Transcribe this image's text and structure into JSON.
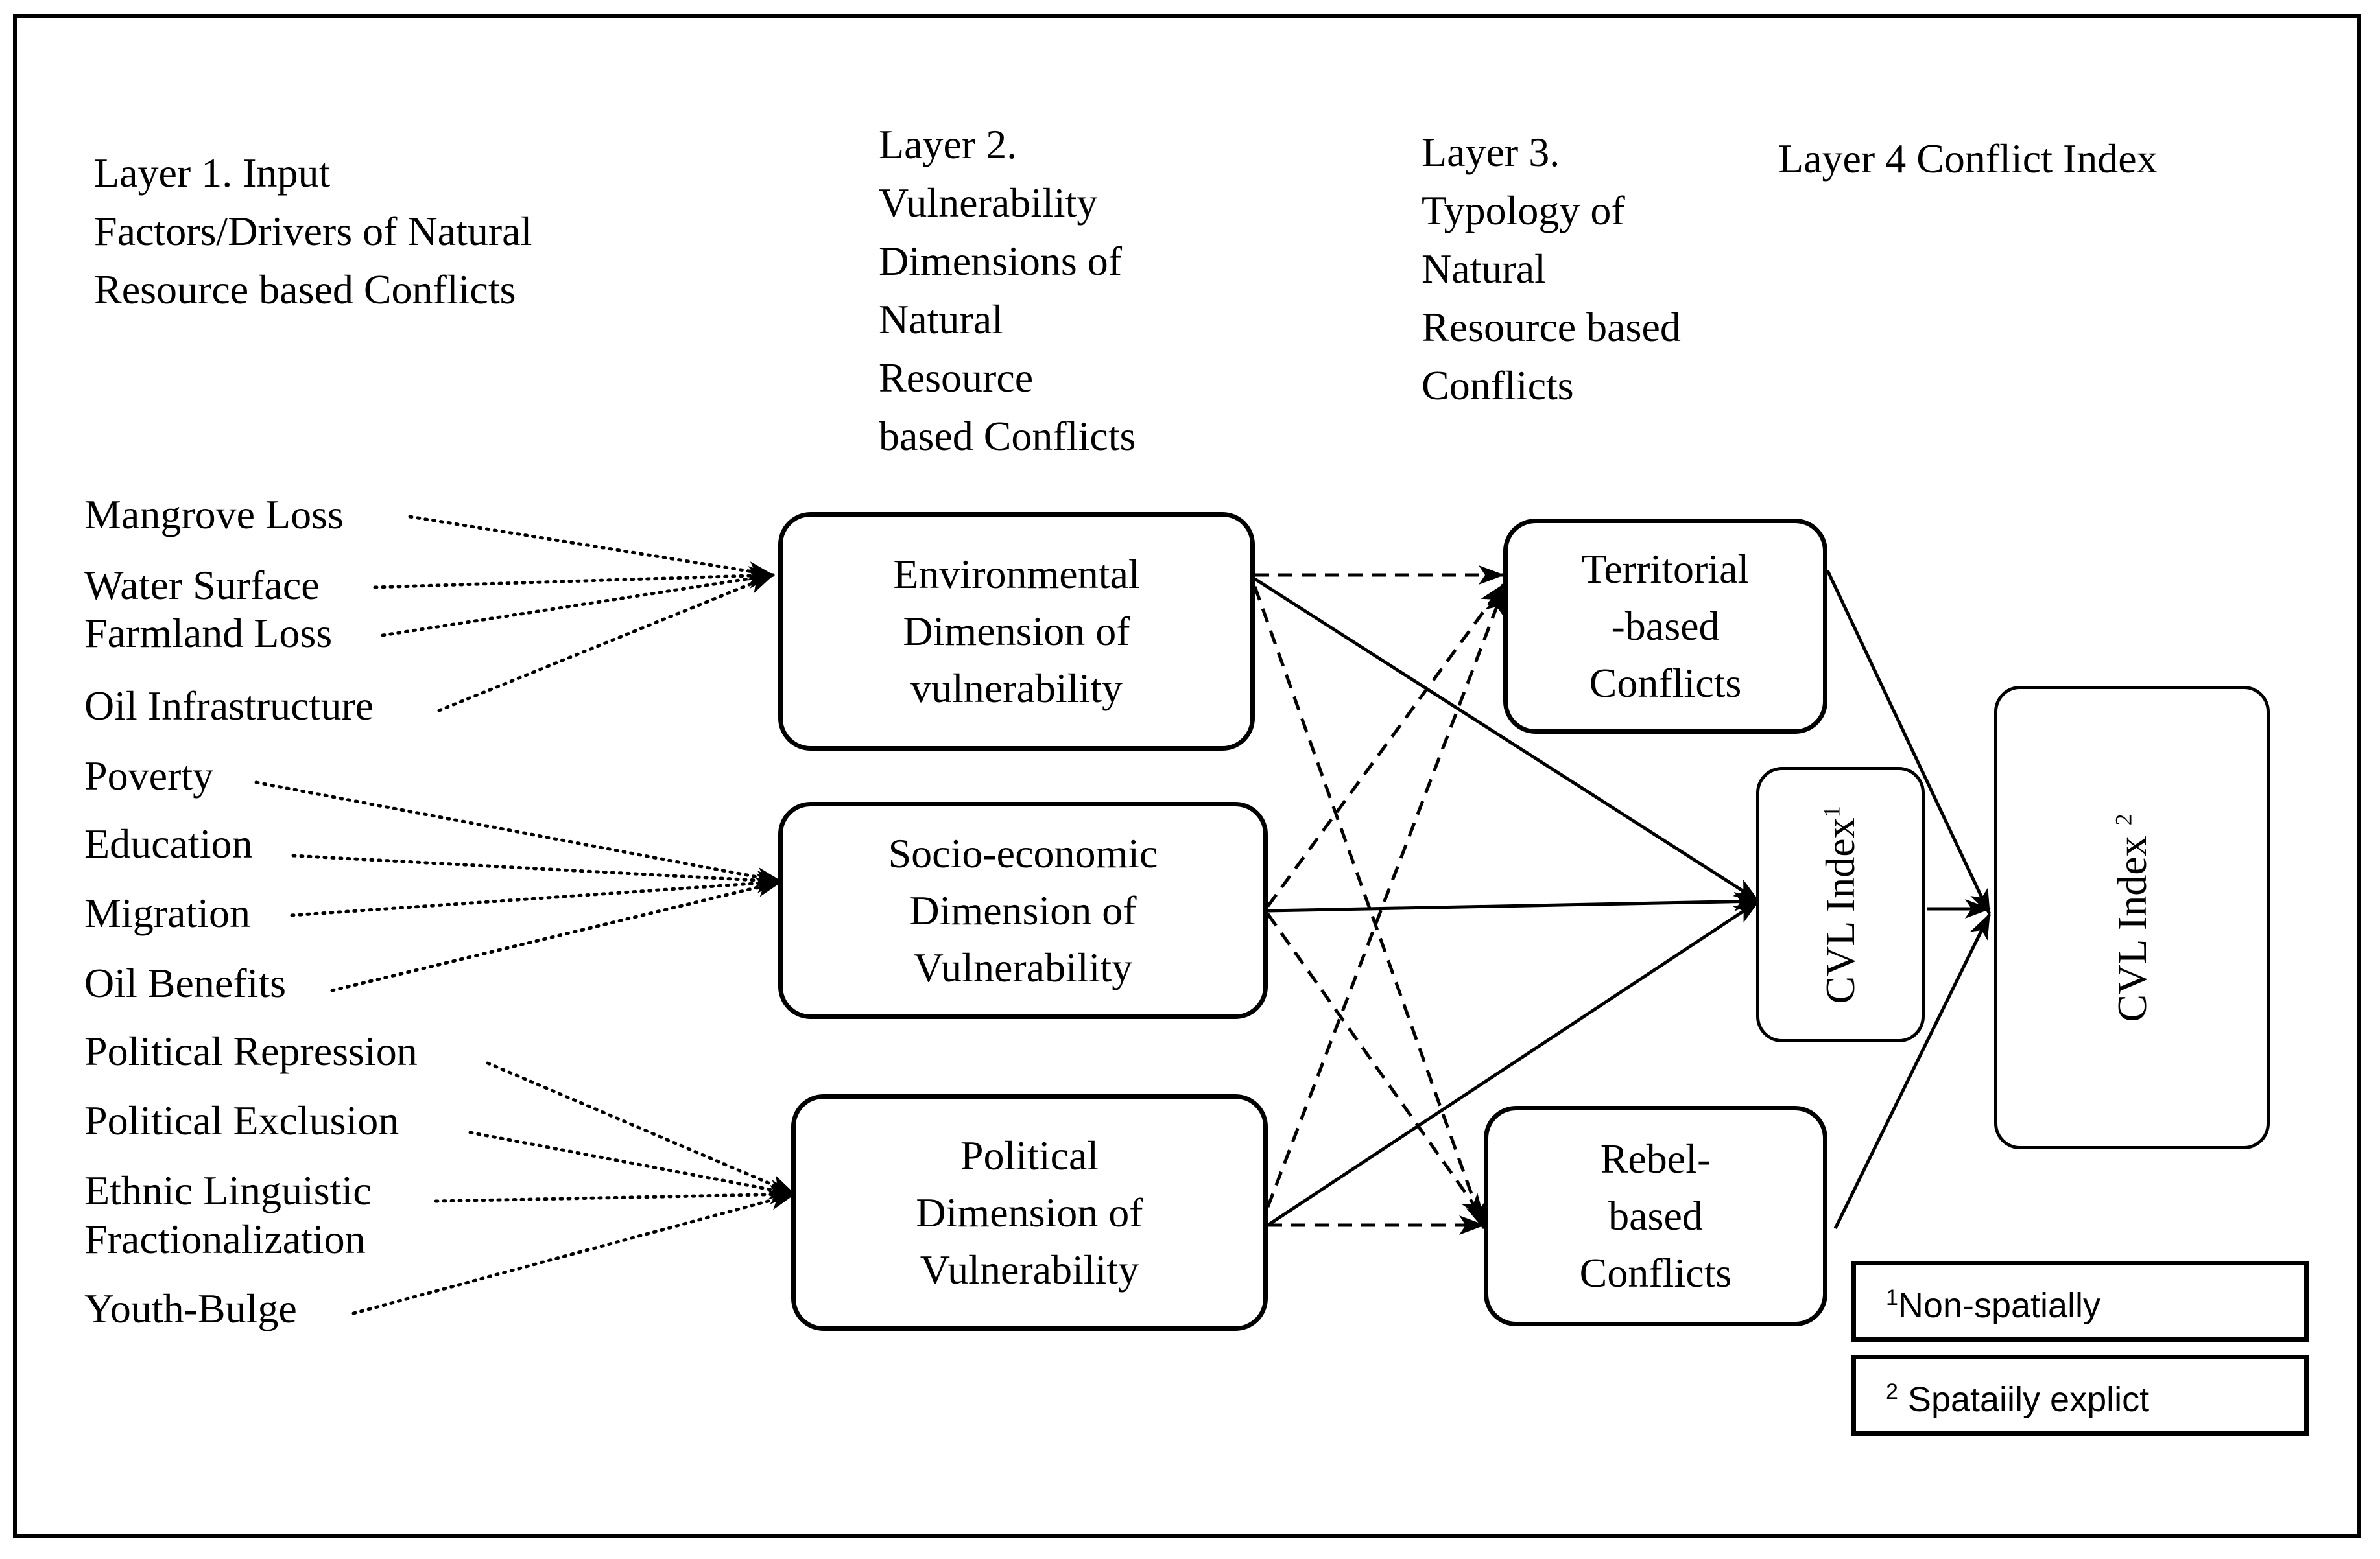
{
  "headers": {
    "layer1": [
      "Layer 1. Input",
      "Factors/Drivers of Natural",
      "Resource based Conflicts"
    ],
    "layer2": [
      "Layer 2.",
      "Vulnerability",
      "Dimensions of",
      "Natural",
      "Resource",
      "based Conflicts"
    ],
    "layer3": [
      "Layer 3.",
      "Typology of",
      "Natural",
      "Resource based",
      "Conflicts"
    ],
    "layer4": "Layer 4 Conflict Index"
  },
  "factors": {
    "environmental": [
      "Mangrove Loss",
      "Water Surface",
      "Farmland Loss",
      "Oil Infrastructure"
    ],
    "socioeconomic": [
      "Poverty",
      "Education",
      "Migration",
      "Oil Benefits"
    ],
    "political": [
      "Political Repression",
      "Political Exclusion",
      "Ethnic Linguistic",
      "Fractionalization",
      "Youth-Bulge"
    ]
  },
  "dimensions": {
    "environmental": [
      "Environmental",
      "Dimension of",
      "vulnerability"
    ],
    "socioeconomic": [
      "Socio-economic",
      "Dimension of",
      "Vulnerability"
    ],
    "political": [
      "Political",
      "Dimension of",
      "Vulnerability"
    ]
  },
  "typology": {
    "territorial": [
      "Territorial",
      "-based",
      "Conflicts"
    ],
    "rebel": [
      "Rebel-",
      "based",
      "Conflicts"
    ]
  },
  "indices": {
    "cvl1": {
      "label": "CVL Index",
      "sup": "1"
    },
    "cvl2": {
      "label": "CVL Index",
      "sup": "2"
    }
  },
  "legend": [
    {
      "sup": "1",
      "text": "Non-spatially"
    },
    {
      "sup": "2",
      "text": " Spataiily explict"
    }
  ],
  "colors": {
    "ink": "#000000",
    "background": "#ffffff"
  }
}
